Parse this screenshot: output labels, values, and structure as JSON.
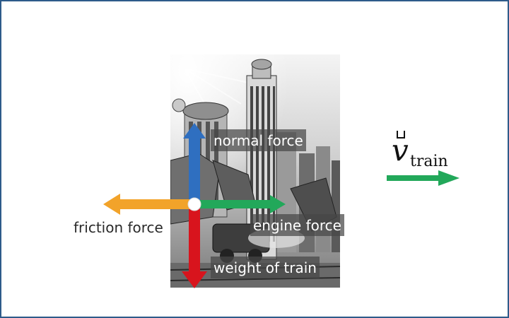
{
  "diagram": {
    "labels": {
      "normal": "normal force",
      "engine": "engine force",
      "weight": "weight of train",
      "friction": "friction force"
    },
    "velocity": {
      "symbol": "v",
      "subscript": "train"
    },
    "colors": {
      "frame_border": "#2d5b8a",
      "normal": "#2f6fc0",
      "engine": "#22a85a",
      "weight": "#d8141d",
      "friction": "#f2a32a",
      "velocity": "#22a85a"
    },
    "photo": "grayscale cityscape illustration with train"
  }
}
